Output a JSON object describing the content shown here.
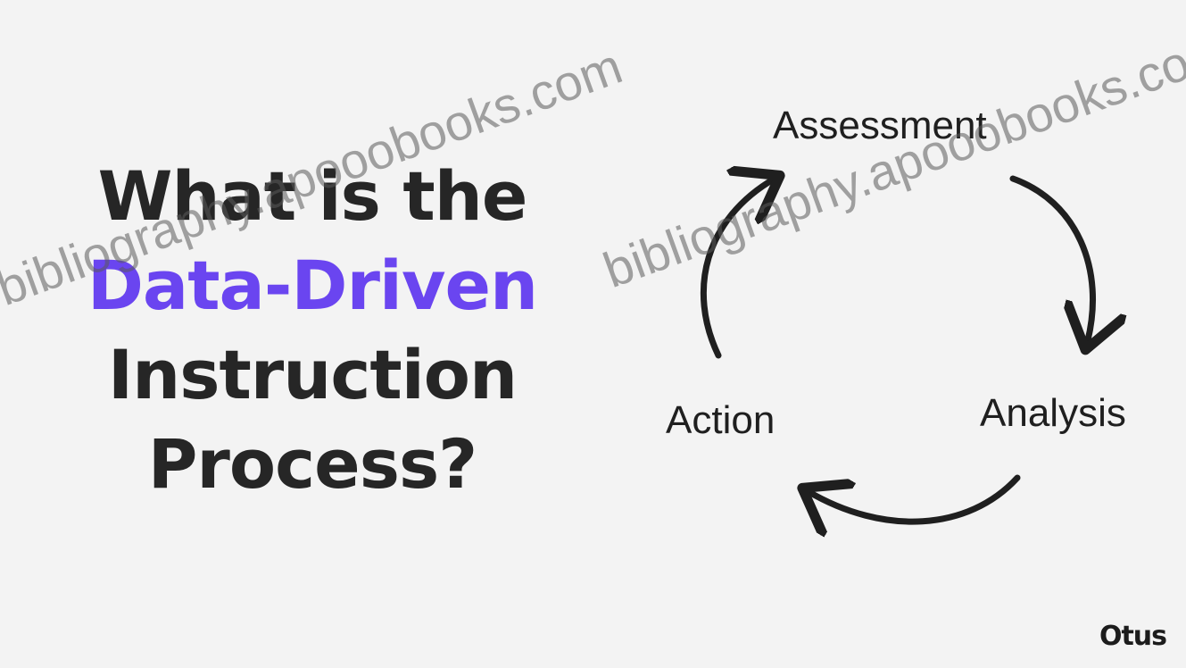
{
  "headline": {
    "line1": "What is the",
    "line2": "Data-Driven",
    "line3": "Instruction",
    "line4": "Process?"
  },
  "cycle": {
    "steps": [
      "Assessment",
      "Analysis",
      "Action"
    ]
  },
  "watermark": {
    "text": "bibliography.apooobooks.com"
  },
  "logo": {
    "text": "Otus"
  },
  "colors": {
    "background": "#f3f3f3",
    "text": "#262626",
    "accent": "#6a45f0",
    "arrow": "#1f1f1f"
  },
  "icons": [
    "curved-arrow-icon"
  ]
}
